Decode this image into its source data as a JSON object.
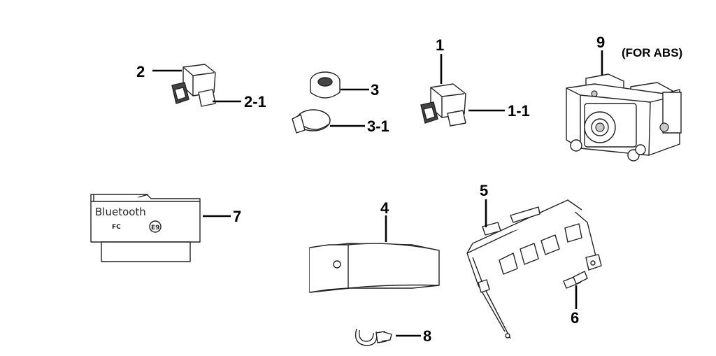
{
  "callouts": {
    "c1": "1",
    "c1_1": "1-1",
    "c2": "2",
    "c2_1": "2-1",
    "c3": "3",
    "c3_1": "3-1",
    "c4": "4",
    "c5": "5",
    "c6": "6",
    "c7": "7",
    "c8": "8",
    "c9": "9"
  },
  "notes": {
    "abs": "(FOR ABS)"
  },
  "module_labels": {
    "bluetooth": "Bluetooth",
    "fcc": "FC",
    "ce": "E9"
  }
}
